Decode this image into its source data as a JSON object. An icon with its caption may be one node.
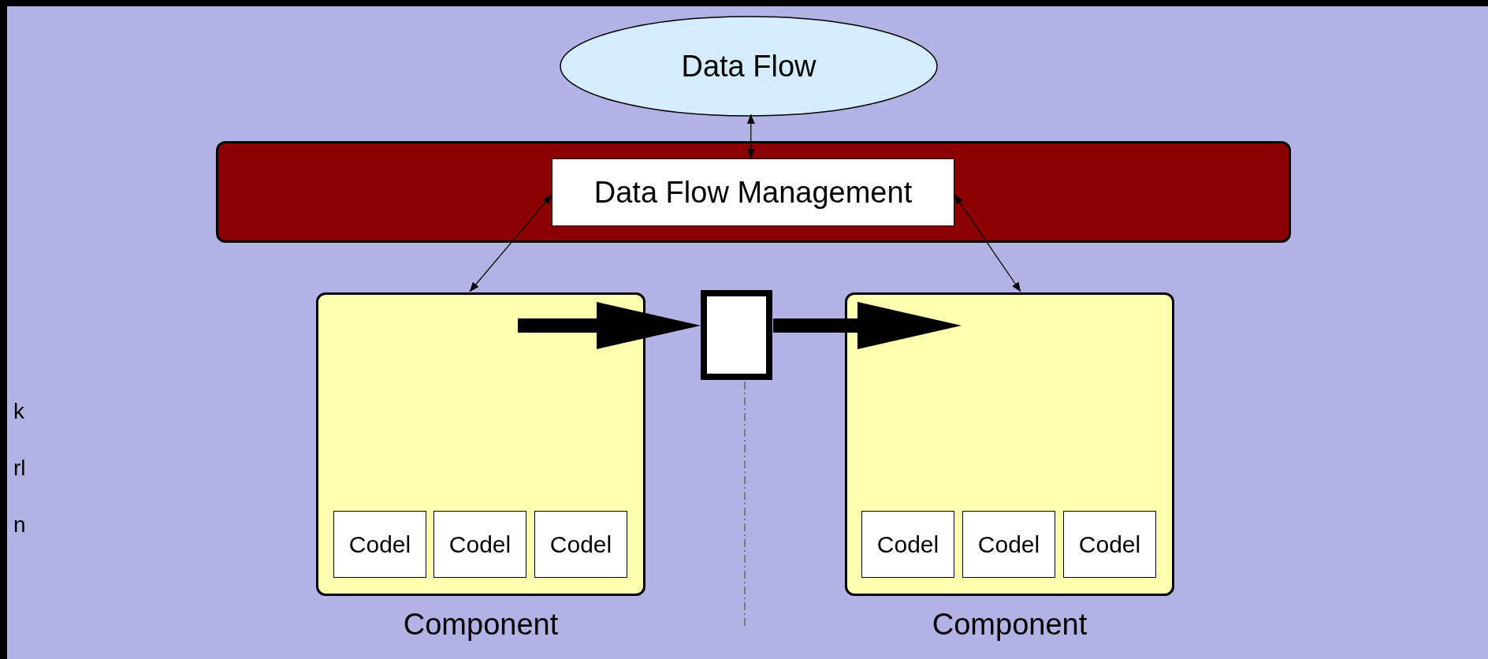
{
  "diagram": {
    "nodes": [
      {
        "text": [
          "Data Flow"
        ]
      },
      {
        "text": [],
        "shape": "bar"
      },
      {
        "text": [
          "Data Flow Management"
        ],
        "in": 1
      },
      {
        "text": [
          "Component"
        ]
      },
      {
        "text": [
          "Codel"
        ],
        "in": 3
      },
      {
        "text": [
          "Codel"
        ],
        "in": 3
      },
      {
        "text": [
          "Codel"
        ],
        "in": 3
      },
      {
        "text": [],
        "shape": "box"
      },
      {
        "text": [
          "Component"
        ]
      },
      {
        "text": [
          "Codel"
        ],
        "in": 8
      },
      {
        "text": [
          "Codel"
        ],
        "in": 8
      },
      {
        "text": [
          "Codel"
        ],
        "in": 8
      }
    ],
    "edges": [
      {
        "from": 0,
        "to": 2,
        "arrow": "both"
      },
      {
        "from": 2,
        "to": 3,
        "arrow": "both"
      },
      {
        "from": 2,
        "to": 8,
        "arrow": "both"
      },
      {
        "from": 3,
        "to": 7,
        "arrow": "to",
        "style": "thick"
      },
      {
        "from": 7,
        "to": 8,
        "arrow": "to",
        "style": "thick"
      }
    ],
    "labels": [
      "k",
      "rl",
      "n"
    ]
  }
}
